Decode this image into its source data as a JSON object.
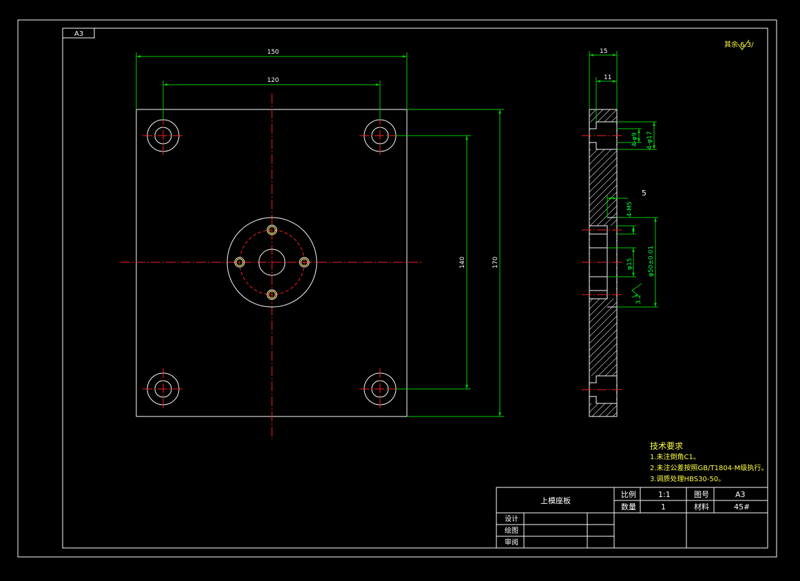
{
  "sheet": {
    "format_tag": "A3",
    "roughness_note": "其余 6.3/"
  },
  "dimensions": {
    "width_150": "150",
    "hole_spacing_120": "120",
    "hole_spacing_140": "140",
    "height_170": "170",
    "thickness_15": "15",
    "counterbore_11": "11",
    "step_5": "5",
    "hole_4_phi9": "4-φ9",
    "hole_4_phi17": "4-φ17",
    "thread_4_m5": "4-M5",
    "bore_phi15": "φ15",
    "bore_phi50": "φ50±0.01",
    "roughness_small": "3.2"
  },
  "requirements": {
    "heading": "技术要求",
    "items": [
      "1.未注倒角C1。",
      "2.未注公差按照GB/T1804-M级执行。",
      "3.调质处理HBS30-50。"
    ]
  },
  "title_block": {
    "part_name": "上模座板",
    "scale_label": "比例",
    "scale_value": "1:1",
    "drawing_no_label": "图号",
    "drawing_no_value": "A3",
    "qty_label": "数量",
    "qty_value": "1",
    "material_label": "材料",
    "material_value": "45#",
    "design_label": "设计",
    "drawing_label": "绘图",
    "review_label": "审阅"
  },
  "colors": {
    "background": "#000000",
    "outline": "#ffffff",
    "dimension": "#00d000",
    "centerline": "#ff2020",
    "text_yellow": "#ffff40"
  }
}
